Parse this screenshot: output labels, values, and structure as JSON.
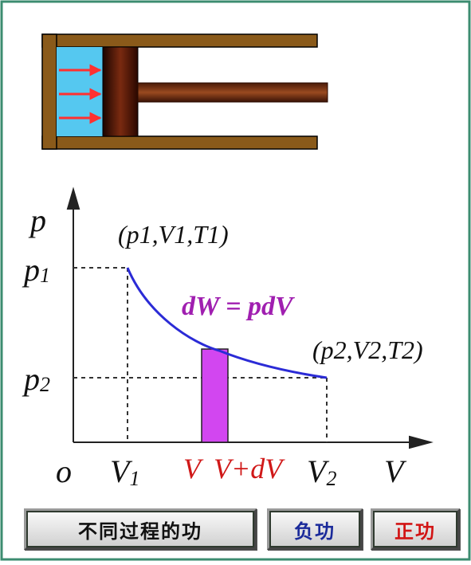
{
  "diagram": {
    "axis_labels": {
      "y": "p",
      "x": "V",
      "origin": "o"
    },
    "y_ticks": [
      {
        "base": "p",
        "sub": "1"
      },
      {
        "base": "p",
        "sub": "2"
      }
    ],
    "x_ticks": {
      "v1": {
        "base": "V",
        "sub": "1"
      },
      "v": "V",
      "vdv": "V+dV",
      "v2": {
        "base": "V",
        "sub": "2"
      }
    },
    "state1": "(p1,V1,T1)",
    "state2": "(p2,V2,T2)",
    "formula": "dW = pdV",
    "colors": {
      "curve": "#2b2bd6",
      "strip": "#d246f0",
      "formula": "#a01fb0",
      "piston_frame": "#8a5a1a",
      "gas": "#55c8f0",
      "arrows": "#ff3030",
      "red_labels": "#d01818"
    }
  },
  "buttons": {
    "work": "不同过程的功",
    "negative": "负功",
    "positive": "正功"
  }
}
